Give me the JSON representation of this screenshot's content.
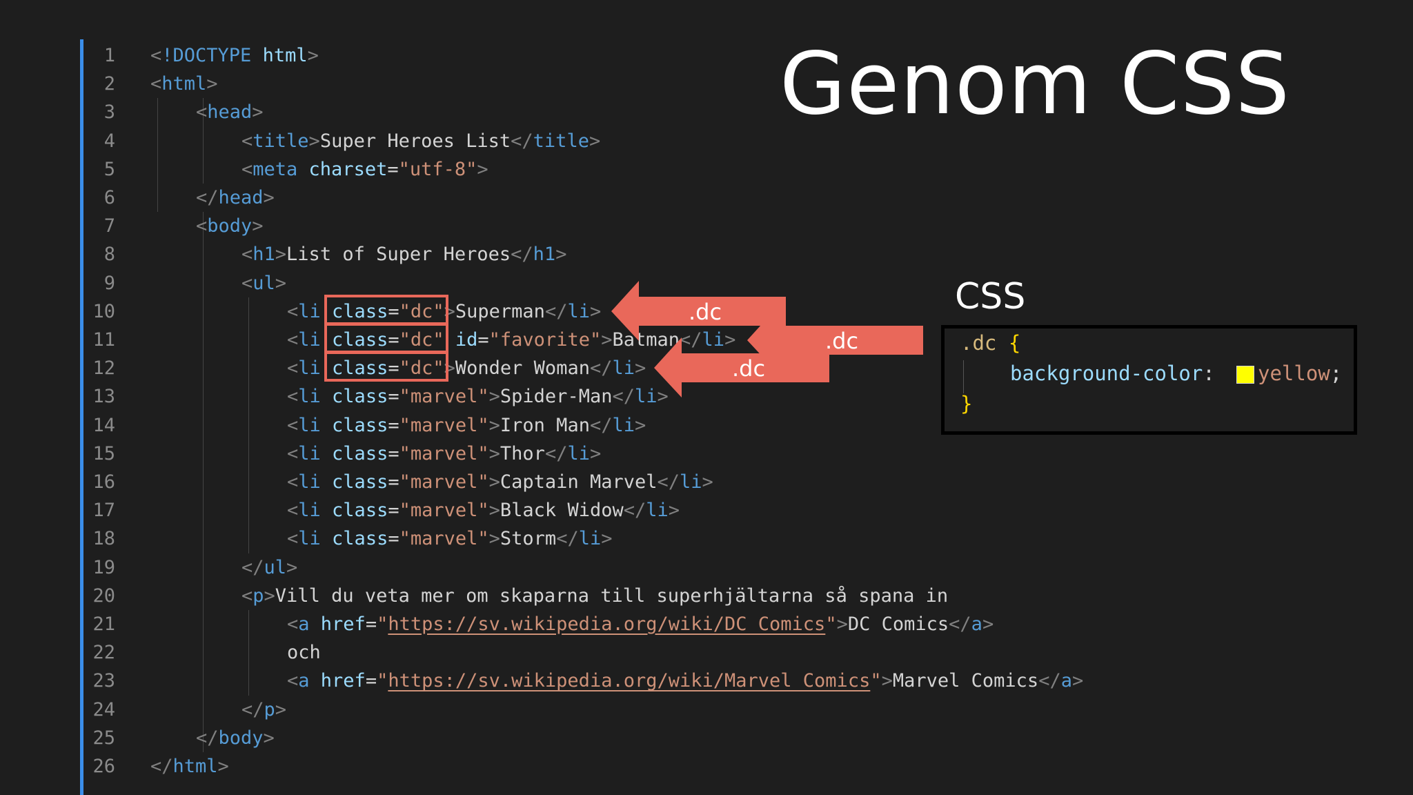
{
  "slide": {
    "title": "Genom CSS",
    "css_label": "CSS"
  },
  "line_numbers": [
    "1",
    "2",
    "3",
    "4",
    "5",
    "6",
    "7",
    "8",
    "9",
    "10",
    "11",
    "12",
    "13",
    "14",
    "15",
    "16",
    "17",
    "18",
    "19",
    "20",
    "21",
    "22",
    "23",
    "24",
    "25",
    "26"
  ],
  "code_lines": [
    {
      "indent": 0,
      "tokens": [
        {
          "c": "punc",
          "t": "<"
        },
        {
          "c": "tag",
          "t": "!DOCTYPE "
        },
        {
          "c": "attr",
          "t": "html"
        },
        {
          "c": "punc",
          "t": ">"
        }
      ]
    },
    {
      "indent": 0,
      "tokens": [
        {
          "c": "punc",
          "t": "<"
        },
        {
          "c": "tag",
          "t": "html"
        },
        {
          "c": "punc",
          "t": ">"
        }
      ]
    },
    {
      "indent": 1,
      "tokens": [
        {
          "c": "punc",
          "t": "<"
        },
        {
          "c": "tag",
          "t": "head"
        },
        {
          "c": "punc",
          "t": ">"
        }
      ]
    },
    {
      "indent": 2,
      "tokens": [
        {
          "c": "punc",
          "t": "<"
        },
        {
          "c": "tag",
          "t": "title"
        },
        {
          "c": "punc",
          "t": ">"
        },
        {
          "c": "text",
          "t": "Super Heroes List"
        },
        {
          "c": "punc",
          "t": "</"
        },
        {
          "c": "tag",
          "t": "title"
        },
        {
          "c": "punc",
          "t": ">"
        }
      ]
    },
    {
      "indent": 2,
      "tokens": [
        {
          "c": "punc",
          "t": "<"
        },
        {
          "c": "tag",
          "t": "meta "
        },
        {
          "c": "attr",
          "t": "charset"
        },
        {
          "c": "text",
          "t": "="
        },
        {
          "c": "str",
          "t": "\"utf-8\""
        },
        {
          "c": "punc",
          "t": ">"
        }
      ]
    },
    {
      "indent": 1,
      "tokens": [
        {
          "c": "punc",
          "t": "</"
        },
        {
          "c": "tag",
          "t": "head"
        },
        {
          "c": "punc",
          "t": ">"
        }
      ]
    },
    {
      "indent": 1,
      "tokens": [
        {
          "c": "punc",
          "t": "<"
        },
        {
          "c": "tag",
          "t": "body"
        },
        {
          "c": "punc",
          "t": ">"
        }
      ]
    },
    {
      "indent": 2,
      "tokens": [
        {
          "c": "punc",
          "t": "<"
        },
        {
          "c": "tag",
          "t": "h1"
        },
        {
          "c": "punc",
          "t": ">"
        },
        {
          "c": "text",
          "t": "List of Super Heroes"
        },
        {
          "c": "punc",
          "t": "</"
        },
        {
          "c": "tag",
          "t": "h1"
        },
        {
          "c": "punc",
          "t": ">"
        }
      ]
    },
    {
      "indent": 2,
      "tokens": [
        {
          "c": "punc",
          "t": "<"
        },
        {
          "c": "tag",
          "t": "ul"
        },
        {
          "c": "punc",
          "t": ">"
        }
      ]
    },
    {
      "indent": 3,
      "tokens": [
        {
          "c": "punc",
          "t": "<"
        },
        {
          "c": "tag",
          "t": "li "
        },
        {
          "c": "attr",
          "t": "class"
        },
        {
          "c": "text",
          "t": "="
        },
        {
          "c": "str",
          "t": "\"dc\""
        },
        {
          "c": "punc",
          "t": ">"
        },
        {
          "c": "text",
          "t": "Superman"
        },
        {
          "c": "punc",
          "t": "</"
        },
        {
          "c": "tag",
          "t": "li"
        },
        {
          "c": "punc",
          "t": ">"
        }
      ]
    },
    {
      "indent": 3,
      "tokens": [
        {
          "c": "punc",
          "t": "<"
        },
        {
          "c": "tag",
          "t": "li "
        },
        {
          "c": "attr",
          "t": "class"
        },
        {
          "c": "text",
          "t": "="
        },
        {
          "c": "str",
          "t": "\"dc\" "
        },
        {
          "c": "attr",
          "t": "id"
        },
        {
          "c": "text",
          "t": "="
        },
        {
          "c": "str",
          "t": "\"favorite\""
        },
        {
          "c": "punc",
          "t": ">"
        },
        {
          "c": "text",
          "t": "Batman"
        },
        {
          "c": "punc",
          "t": "</"
        },
        {
          "c": "tag",
          "t": "li"
        },
        {
          "c": "punc",
          "t": ">"
        }
      ]
    },
    {
      "indent": 3,
      "tokens": [
        {
          "c": "punc",
          "t": "<"
        },
        {
          "c": "tag",
          "t": "li "
        },
        {
          "c": "attr",
          "t": "class"
        },
        {
          "c": "text",
          "t": "="
        },
        {
          "c": "str",
          "t": "\"dc\""
        },
        {
          "c": "punc",
          "t": ">"
        },
        {
          "c": "text",
          "t": "Wonder Woman"
        },
        {
          "c": "punc",
          "t": "</"
        },
        {
          "c": "tag",
          "t": "li"
        },
        {
          "c": "punc",
          "t": ">"
        }
      ]
    },
    {
      "indent": 3,
      "tokens": [
        {
          "c": "punc",
          "t": "<"
        },
        {
          "c": "tag",
          "t": "li "
        },
        {
          "c": "attr",
          "t": "class"
        },
        {
          "c": "text",
          "t": "="
        },
        {
          "c": "str",
          "t": "\"marvel\""
        },
        {
          "c": "punc",
          "t": ">"
        },
        {
          "c": "text",
          "t": "Spider-Man"
        },
        {
          "c": "punc",
          "t": "</"
        },
        {
          "c": "tag",
          "t": "li"
        },
        {
          "c": "punc",
          "t": ">"
        }
      ]
    },
    {
      "indent": 3,
      "tokens": [
        {
          "c": "punc",
          "t": "<"
        },
        {
          "c": "tag",
          "t": "li "
        },
        {
          "c": "attr",
          "t": "class"
        },
        {
          "c": "text",
          "t": "="
        },
        {
          "c": "str",
          "t": "\"marvel\""
        },
        {
          "c": "punc",
          "t": ">"
        },
        {
          "c": "text",
          "t": "Iron Man"
        },
        {
          "c": "punc",
          "t": "</"
        },
        {
          "c": "tag",
          "t": "li"
        },
        {
          "c": "punc",
          "t": ">"
        }
      ]
    },
    {
      "indent": 3,
      "tokens": [
        {
          "c": "punc",
          "t": "<"
        },
        {
          "c": "tag",
          "t": "li "
        },
        {
          "c": "attr",
          "t": "class"
        },
        {
          "c": "text",
          "t": "="
        },
        {
          "c": "str",
          "t": "\"marvel\""
        },
        {
          "c": "punc",
          "t": ">"
        },
        {
          "c": "text",
          "t": "Thor"
        },
        {
          "c": "punc",
          "t": "</"
        },
        {
          "c": "tag",
          "t": "li"
        },
        {
          "c": "punc",
          "t": ">"
        }
      ]
    },
    {
      "indent": 3,
      "tokens": [
        {
          "c": "punc",
          "t": "<"
        },
        {
          "c": "tag",
          "t": "li "
        },
        {
          "c": "attr",
          "t": "class"
        },
        {
          "c": "text",
          "t": "="
        },
        {
          "c": "str",
          "t": "\"marvel\""
        },
        {
          "c": "punc",
          "t": ">"
        },
        {
          "c": "text",
          "t": "Captain Marvel"
        },
        {
          "c": "punc",
          "t": "</"
        },
        {
          "c": "tag",
          "t": "li"
        },
        {
          "c": "punc",
          "t": ">"
        }
      ]
    },
    {
      "indent": 3,
      "tokens": [
        {
          "c": "punc",
          "t": "<"
        },
        {
          "c": "tag",
          "t": "li "
        },
        {
          "c": "attr",
          "t": "class"
        },
        {
          "c": "text",
          "t": "="
        },
        {
          "c": "str",
          "t": "\"marvel\""
        },
        {
          "c": "punc",
          "t": ">"
        },
        {
          "c": "text",
          "t": "Black Widow"
        },
        {
          "c": "punc",
          "t": "</"
        },
        {
          "c": "tag",
          "t": "li"
        },
        {
          "c": "punc",
          "t": ">"
        }
      ]
    },
    {
      "indent": 3,
      "tokens": [
        {
          "c": "punc",
          "t": "<"
        },
        {
          "c": "tag",
          "t": "li "
        },
        {
          "c": "attr",
          "t": "class"
        },
        {
          "c": "text",
          "t": "="
        },
        {
          "c": "str",
          "t": "\"marvel\""
        },
        {
          "c": "punc",
          "t": ">"
        },
        {
          "c": "text",
          "t": "Storm"
        },
        {
          "c": "punc",
          "t": "</"
        },
        {
          "c": "tag",
          "t": "li"
        },
        {
          "c": "punc",
          "t": ">"
        }
      ]
    },
    {
      "indent": 2,
      "tokens": [
        {
          "c": "punc",
          "t": "</"
        },
        {
          "c": "tag",
          "t": "ul"
        },
        {
          "c": "punc",
          "t": ">"
        }
      ]
    },
    {
      "indent": 2,
      "tokens": [
        {
          "c": "punc",
          "t": "<"
        },
        {
          "c": "tag",
          "t": "p"
        },
        {
          "c": "punc",
          "t": ">"
        },
        {
          "c": "text",
          "t": "Vill du veta mer om skaparna till superhjältarna så spana in"
        }
      ]
    },
    {
      "indent": 3,
      "tokens": [
        {
          "c": "punc",
          "t": "<"
        },
        {
          "c": "tag",
          "t": "a "
        },
        {
          "c": "attr",
          "t": "href"
        },
        {
          "c": "text",
          "t": "="
        },
        {
          "c": "str",
          "t": "\""
        },
        {
          "c": "url",
          "t": "https://sv.wikipedia.org/wiki/DC_Comics"
        },
        {
          "c": "str",
          "t": "\""
        },
        {
          "c": "punc",
          "t": ">"
        },
        {
          "c": "text",
          "t": "DC Comics"
        },
        {
          "c": "punc",
          "t": "</"
        },
        {
          "c": "tag",
          "t": "a"
        },
        {
          "c": "punc",
          "t": ">"
        }
      ]
    },
    {
      "indent": 3,
      "tokens": [
        {
          "c": "text",
          "t": "och"
        }
      ]
    },
    {
      "indent": 3,
      "tokens": [
        {
          "c": "punc",
          "t": "<"
        },
        {
          "c": "tag",
          "t": "a "
        },
        {
          "c": "attr",
          "t": "href"
        },
        {
          "c": "text",
          "t": "="
        },
        {
          "c": "str",
          "t": "\""
        },
        {
          "c": "url",
          "t": "https://sv.wikipedia.org/wiki/Marvel_Comics"
        },
        {
          "c": "str",
          "t": "\""
        },
        {
          "c": "punc",
          "t": ">"
        },
        {
          "c": "text",
          "t": "Marvel Comics"
        },
        {
          "c": "punc",
          "t": "</"
        },
        {
          "c": "tag",
          "t": "a"
        },
        {
          "c": "punc",
          "t": ">"
        }
      ]
    },
    {
      "indent": 2,
      "tokens": [
        {
          "c": "punc",
          "t": "</"
        },
        {
          "c": "tag",
          "t": "p"
        },
        {
          "c": "punc",
          "t": ">"
        }
      ]
    },
    {
      "indent": 1,
      "tokens": [
        {
          "c": "punc",
          "t": "</"
        },
        {
          "c": "tag",
          "t": "body"
        },
        {
          "c": "punc",
          "t": ">"
        }
      ]
    },
    {
      "indent": 0,
      "tokens": [
        {
          "c": "punc",
          "t": "</"
        },
        {
          "c": "tag",
          "t": "html"
        },
        {
          "c": "punc",
          "t": ">"
        }
      ]
    }
  ],
  "css_snippet": {
    "selector": ".dc",
    "open_brace": "{",
    "property": "background-color",
    "colon": ":",
    "value": "yellow",
    "semicolon": ";",
    "close_brace": "}"
  },
  "annotations": {
    "arrow_label_1": ".dc",
    "arrow_label_2": ".dc",
    "arrow_label_3": ".dc"
  },
  "colors": {
    "background": "#1e1e1e",
    "arrow_fill": "#e9685a",
    "tag": "#569cd6",
    "attribute": "#9cdcfe",
    "string": "#ce9178",
    "punctuation": "#808080",
    "css_selector": "#d7ba7d",
    "css_brace": "#ffd700",
    "swatch": "#ffff00"
  }
}
